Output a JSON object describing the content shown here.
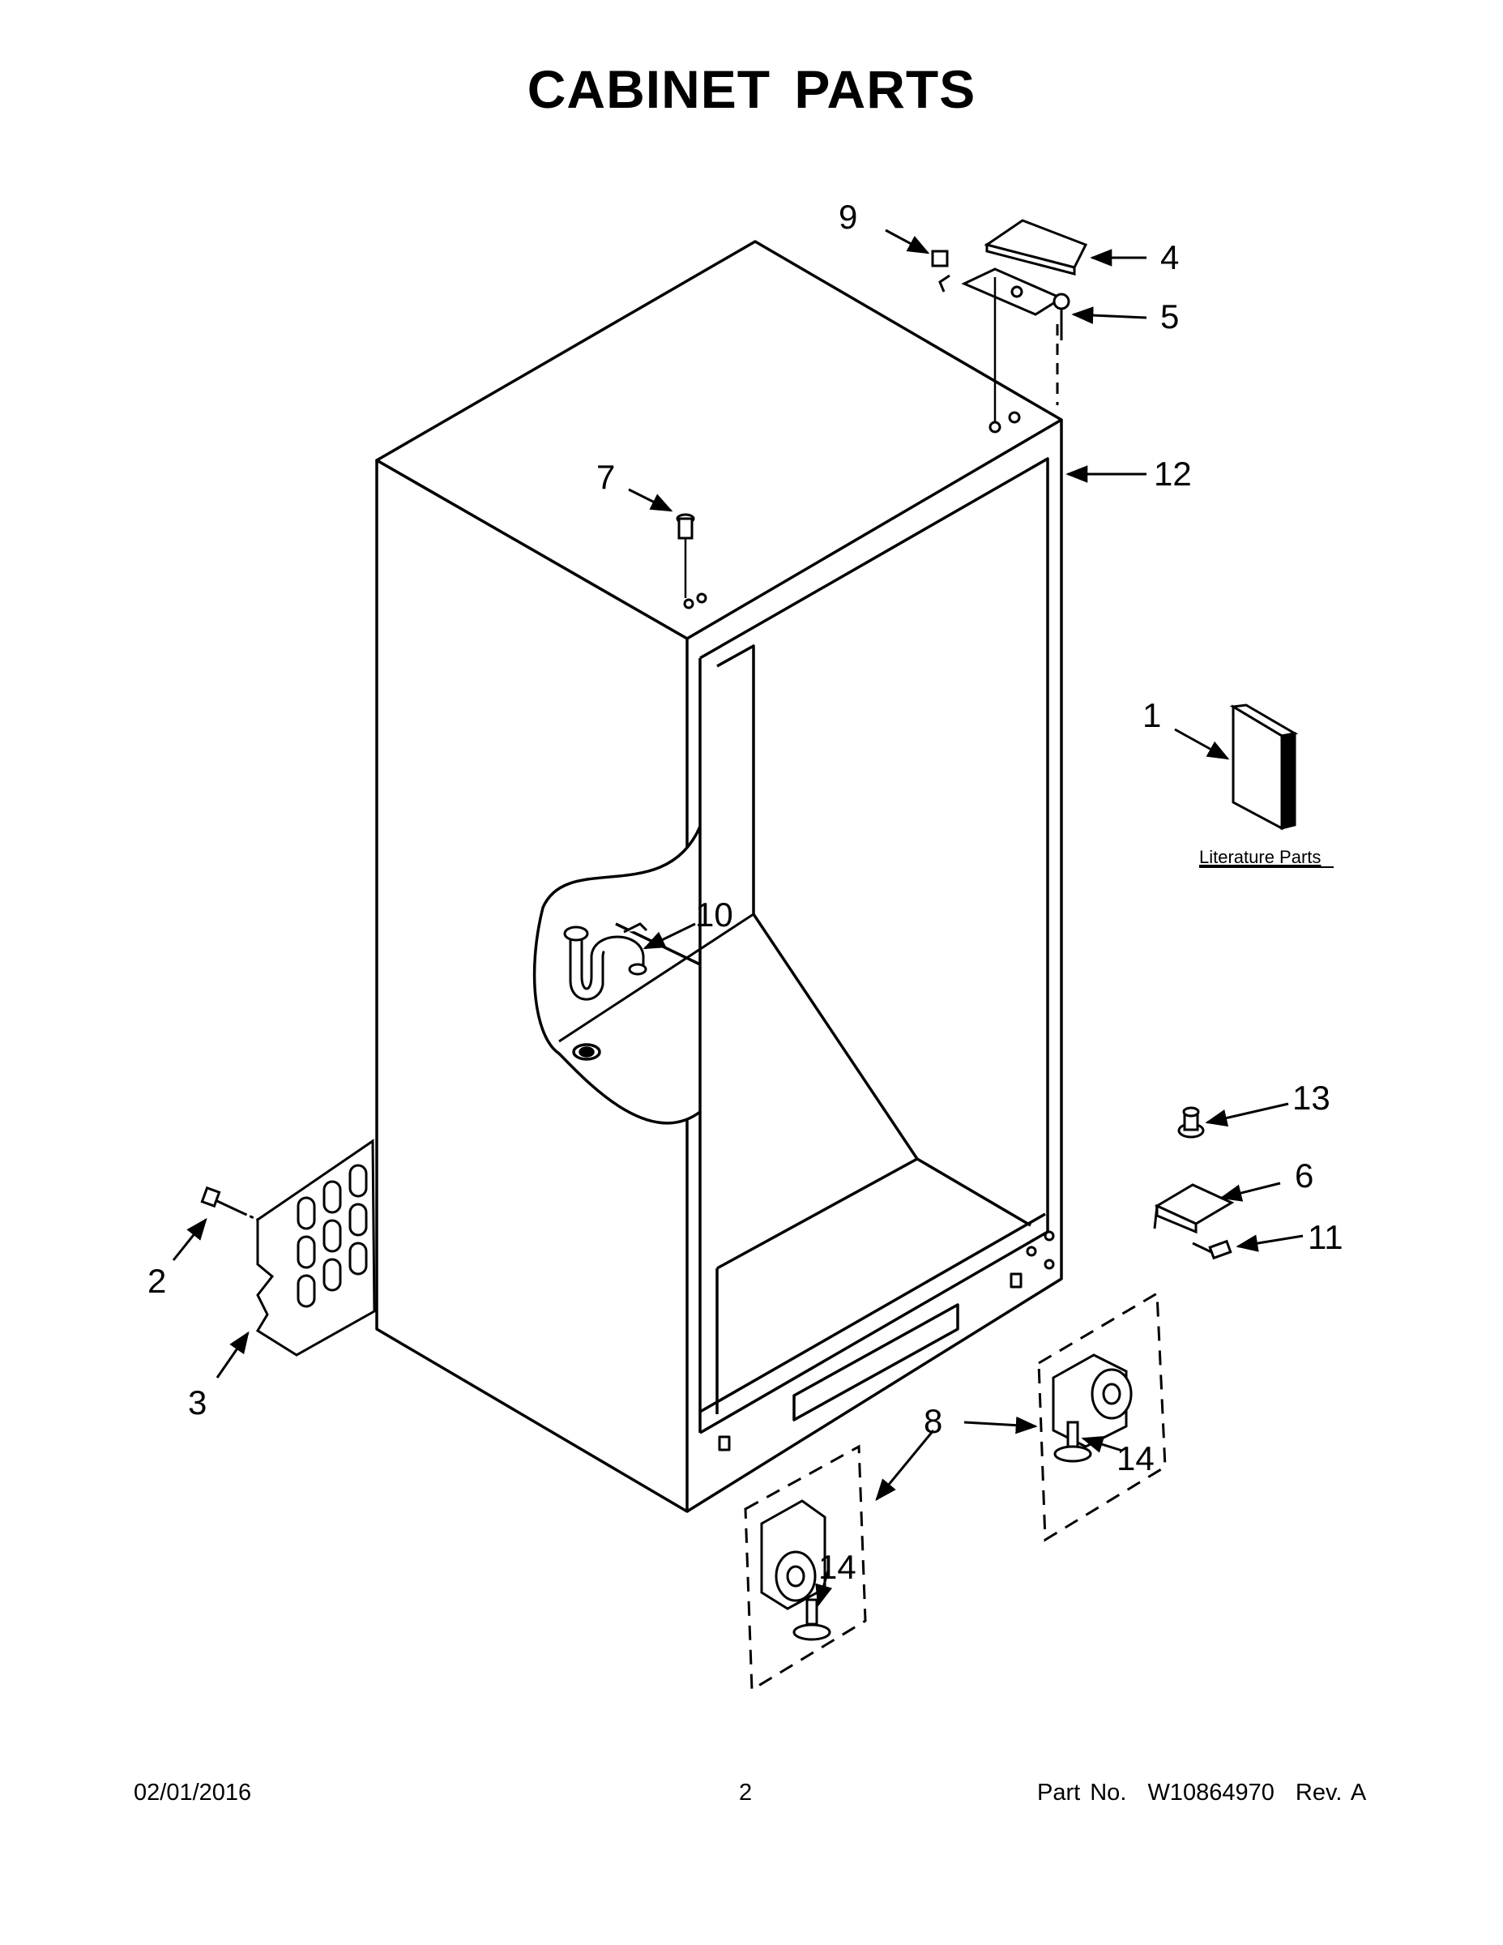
{
  "title": "CABINET PARTS",
  "literature_label": "Literature Parts",
  "callouts": {
    "c1": "1",
    "c2": "2",
    "c3": "3",
    "c4": "4",
    "c5": "5",
    "c6": "6",
    "c7": "7",
    "c8": "8",
    "c9": "9",
    "c10": "10",
    "c11": "11",
    "c12": "12",
    "c13": "13",
    "c14a": "14",
    "c14b": "14"
  },
  "footer": {
    "date": "02/01/2016",
    "page": "2",
    "part_label": "Part No.",
    "part_number": "W10864970",
    "rev": "Rev. A"
  }
}
